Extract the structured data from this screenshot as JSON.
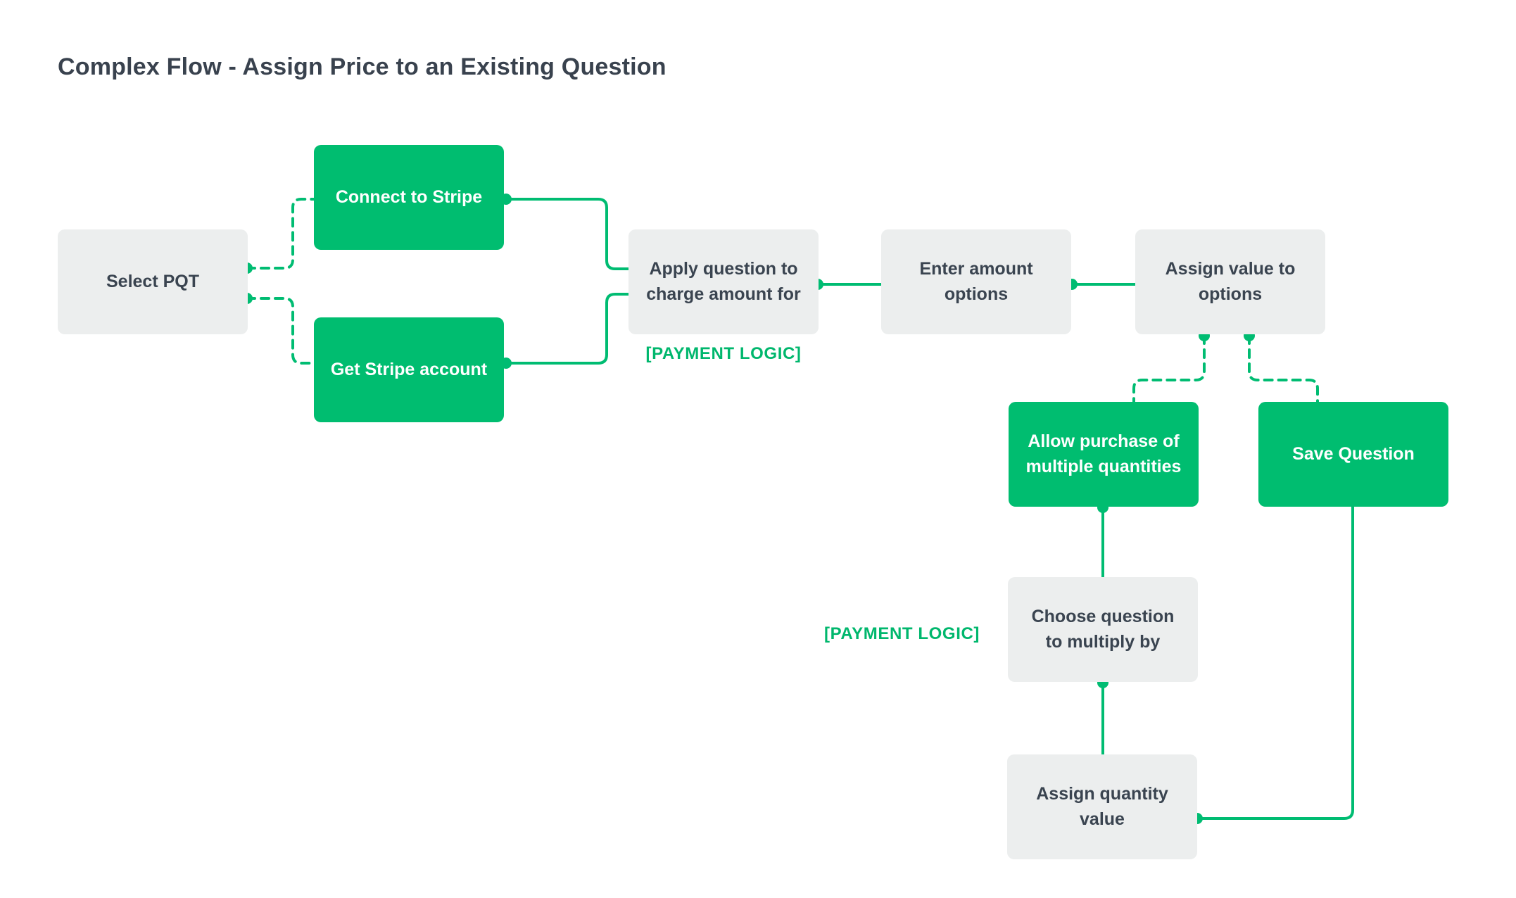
{
  "title": "Complex Flow - Assign Price to an Existing Question",
  "colors": {
    "node_green": "#00bd70",
    "connector_green": "#00bc72",
    "annotation_green": "#00b76d",
    "node_gray": "#eceeee",
    "dark_text": "#3a4450",
    "background": "#ffffff"
  },
  "nodes": [
    {
      "id": "select-pqt",
      "label": "Select PQT",
      "style": "gray"
    },
    {
      "id": "connect-stripe",
      "label": "Connect to Stripe",
      "style": "green"
    },
    {
      "id": "get-stripe-account",
      "label": "Get Stripe account",
      "style": "green"
    },
    {
      "id": "apply-question",
      "label": "Apply question to charge amount for",
      "style": "gray"
    },
    {
      "id": "enter-amount",
      "label": "Enter amount options",
      "style": "gray"
    },
    {
      "id": "assign-value",
      "label": "Assign value to options",
      "style": "gray"
    },
    {
      "id": "allow-purchase",
      "label": "Allow purchase of multiple quantities",
      "style": "green"
    },
    {
      "id": "save-question",
      "label": "Save Question",
      "style": "green"
    },
    {
      "id": "choose-question",
      "label": "Choose question to multiply by",
      "style": "gray"
    },
    {
      "id": "assign-quantity",
      "label": "Assign quantity value",
      "style": "gray"
    }
  ],
  "annotations": {
    "payment_logic_1": "[PAYMENT LOGIC]",
    "payment_logic_2": "[PAYMENT LOGIC]"
  },
  "edges": [
    {
      "from": "select-pqt",
      "to": "connect-stripe",
      "style": "dashed"
    },
    {
      "from": "select-pqt",
      "to": "get-stripe-account",
      "style": "dashed"
    },
    {
      "from": "connect-stripe",
      "to": "apply-question",
      "style": "solid"
    },
    {
      "from": "get-stripe-account",
      "to": "apply-question",
      "style": "solid"
    },
    {
      "from": "apply-question",
      "to": "enter-amount",
      "style": "solid"
    },
    {
      "from": "enter-amount",
      "to": "assign-value",
      "style": "solid"
    },
    {
      "from": "assign-value",
      "to": "allow-purchase",
      "style": "dashed"
    },
    {
      "from": "assign-value",
      "to": "save-question",
      "style": "dashed"
    },
    {
      "from": "allow-purchase",
      "to": "choose-question",
      "style": "solid"
    },
    {
      "from": "choose-question",
      "to": "assign-quantity",
      "style": "solid"
    },
    {
      "from": "assign-quantity",
      "to": "save-question",
      "style": "solid"
    }
  ]
}
